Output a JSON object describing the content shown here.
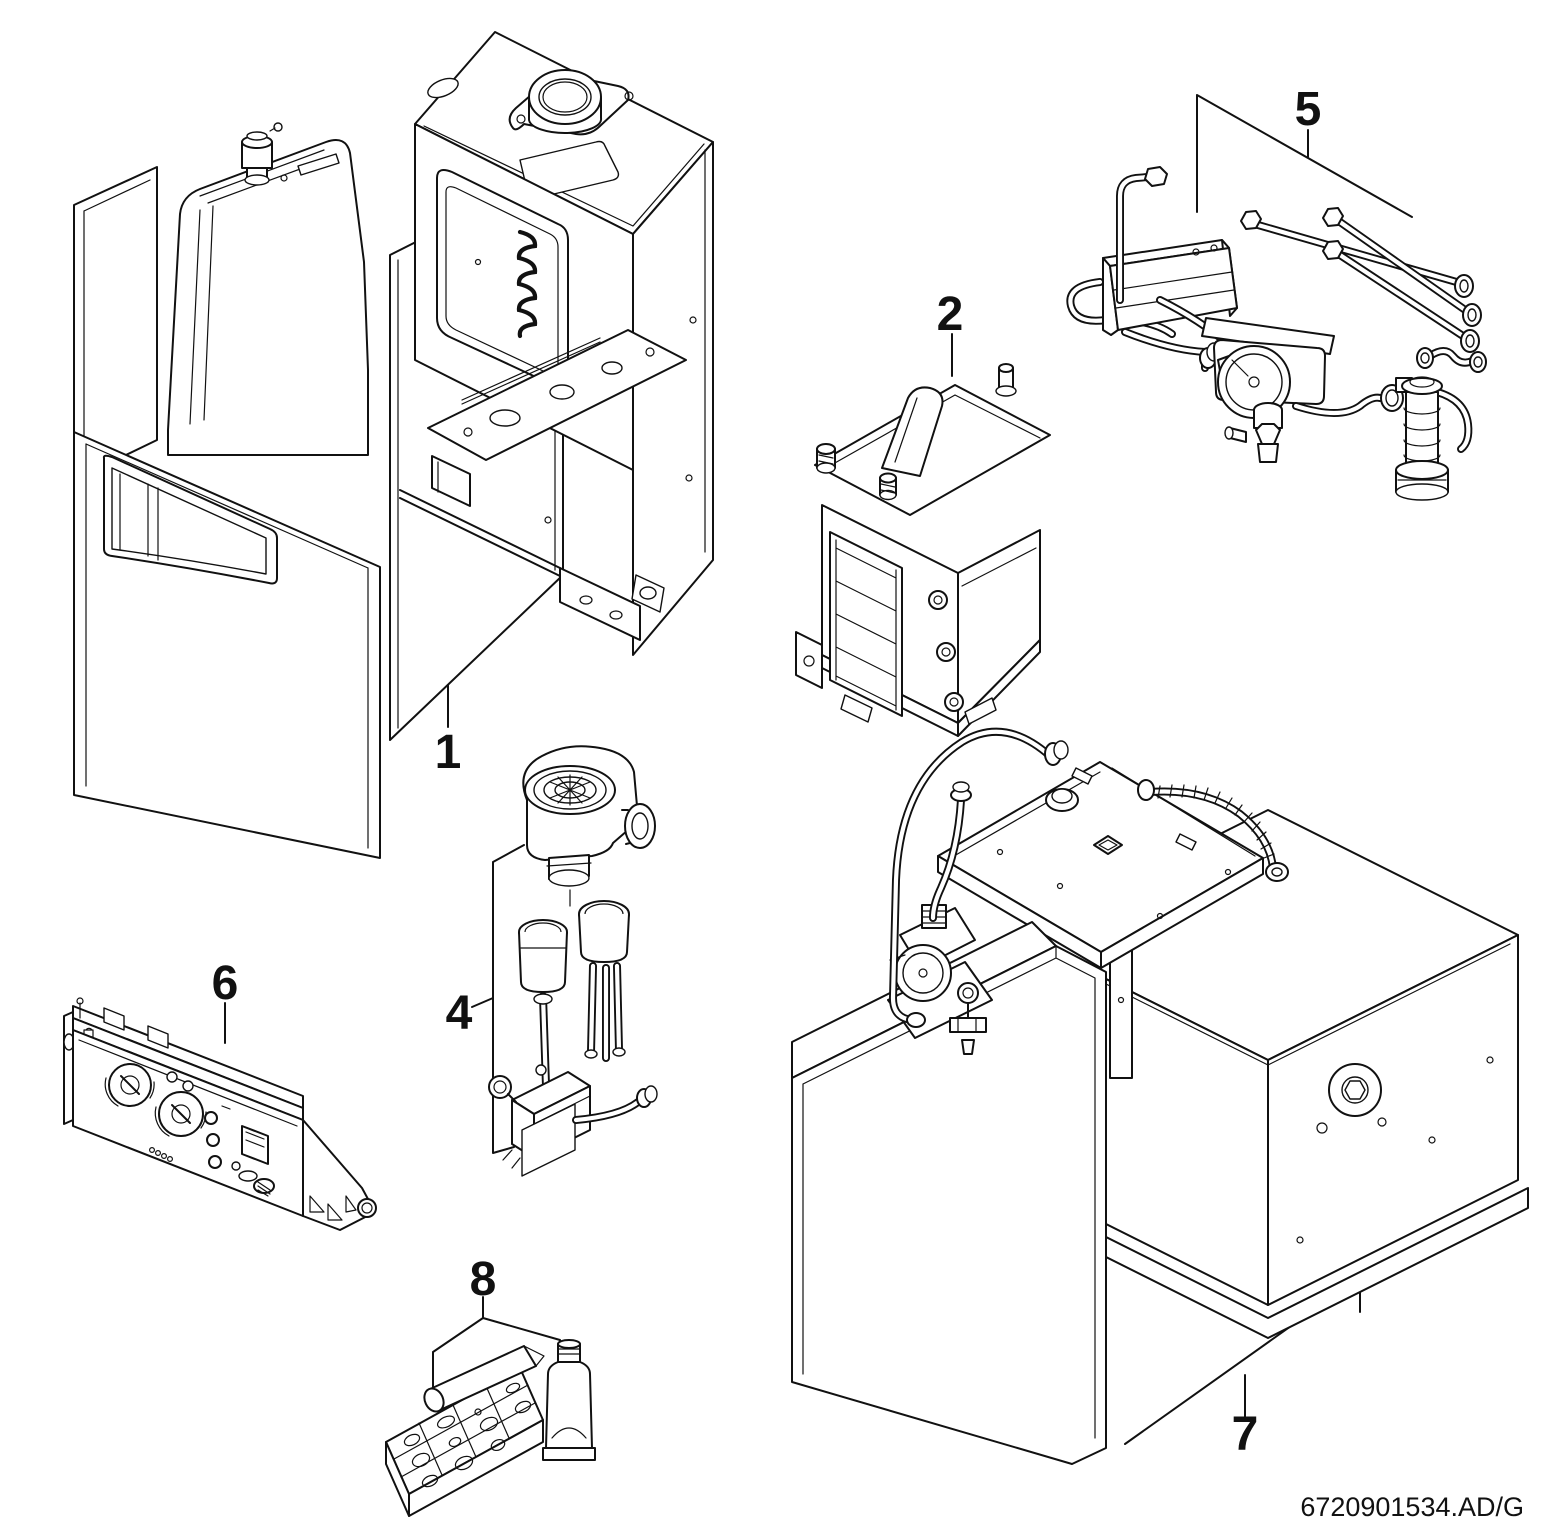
{
  "document": {
    "kind": "exploded-parts-diagram",
    "code": "6720901534.AD/G",
    "background_color": "#ffffff",
    "line_color": "#111111"
  },
  "callouts": [
    {
      "label": "1"
    },
    {
      "label": "2"
    },
    {
      "label": "4"
    },
    {
      "label": "5"
    },
    {
      "label": "6"
    },
    {
      "label": "7"
    },
    {
      "label": "8"
    }
  ]
}
